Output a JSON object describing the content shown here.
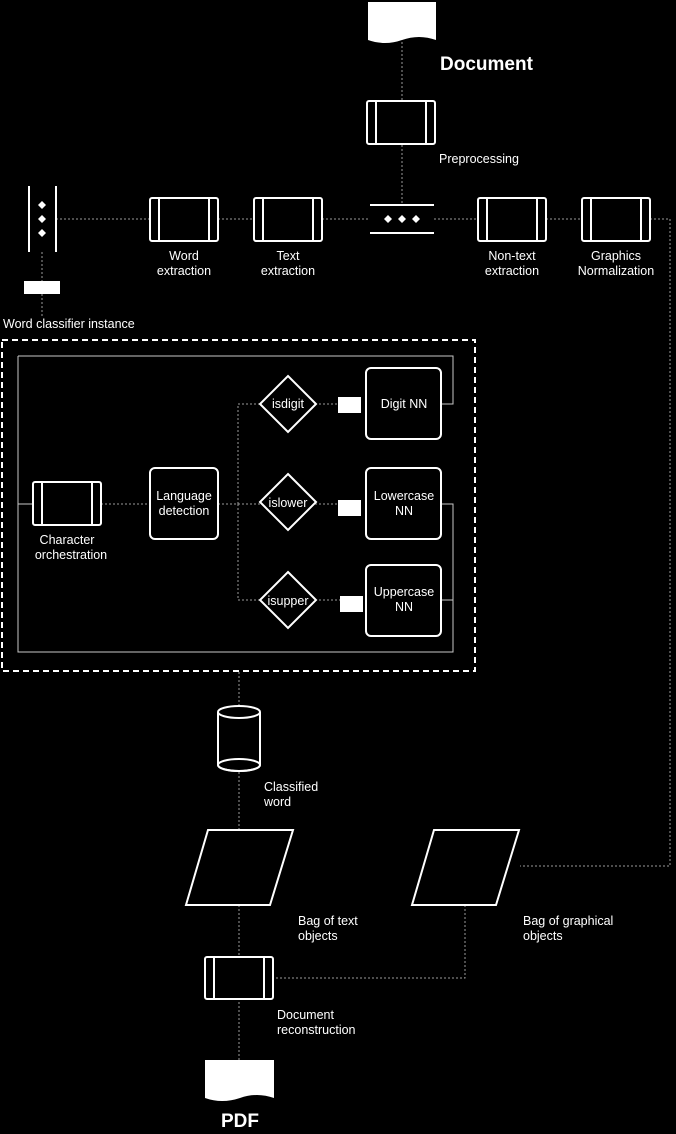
{
  "nodes": {
    "document": "Document",
    "preprocessing": "Preprocessing",
    "word_extraction": [
      "Word",
      "extraction"
    ],
    "text_extraction": [
      "Text",
      "extraction"
    ],
    "non_text_extraction": [
      "Non-text",
      "extraction"
    ],
    "graphics_normalization": [
      "Graphics",
      "Normalization"
    ],
    "word_classifier_instance": "Word classifier instance",
    "character_orchestration": [
      "Character",
      "orchestration"
    ],
    "language_detection": [
      "Language",
      "detection"
    ],
    "isdigit": "isdigit",
    "islower": "islower",
    "isupper": "isupper",
    "digit_nn": "Digit NN",
    "lowercase_nn": [
      "Lowercase",
      "NN"
    ],
    "uppercase_nn": [
      "Uppercase",
      "NN"
    ],
    "classified_word": [
      "Classified",
      "word"
    ],
    "bag_text": [
      "Bag of text",
      "objects"
    ],
    "bag_graphical": [
      "Bag of graphical",
      "objects"
    ],
    "document_reconstruction": [
      "Document",
      "reconstruction"
    ],
    "pdf": "PDF"
  },
  "colors": {
    "background": "#000000",
    "stroke": "#ffffff",
    "connector": "#9a9a9a"
  }
}
